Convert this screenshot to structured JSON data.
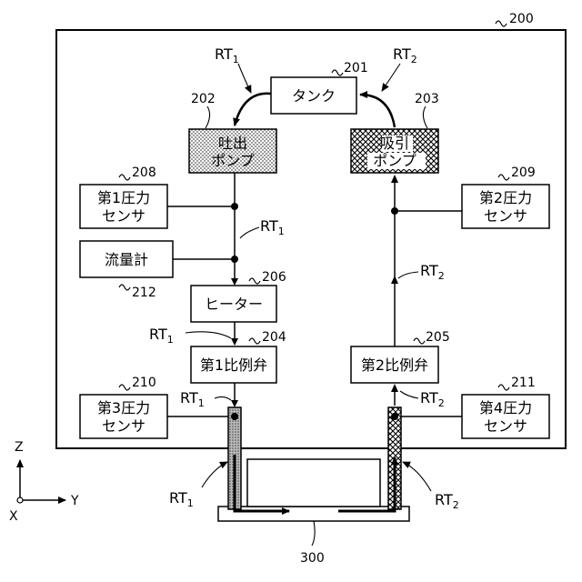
{
  "device": {
    "ref": "200"
  },
  "tank": {
    "label": "タンク",
    "ref": "201"
  },
  "discharge_pump": {
    "line1": "吐出",
    "line2": "ポンプ",
    "ref": "202"
  },
  "suction_pump": {
    "line1": "吸引",
    "line2": "ポンプ",
    "ref": "203"
  },
  "sensor_1": {
    "line1": "第1圧力",
    "line2": "センサ",
    "ref": "208"
  },
  "sensor_2": {
    "line1": "第2圧力",
    "line2": "センサ",
    "ref": "209"
  },
  "flowmeter": {
    "label": "流量計",
    "ref": "212"
  },
  "heater": {
    "label": "ヒーター",
    "ref": "206"
  },
  "valve_1": {
    "label": "第1比例弁",
    "ref": "204"
  },
  "valve_2": {
    "label": "第2比例弁",
    "ref": "205"
  },
  "sensor_3": {
    "line1": "第3圧力",
    "line2": "センサ",
    "ref": "210"
  },
  "sensor_4": {
    "line1": "第4圧力",
    "line2": "センサ",
    "ref": "211"
  },
  "head": {
    "ref": "300"
  },
  "route_labels": {
    "rt1": {
      "main": "RT",
      "sub": "1"
    },
    "rt2": {
      "main": "RT",
      "sub": "2"
    }
  },
  "axes": {
    "z": "Z",
    "y": "Y",
    "x": "X"
  }
}
